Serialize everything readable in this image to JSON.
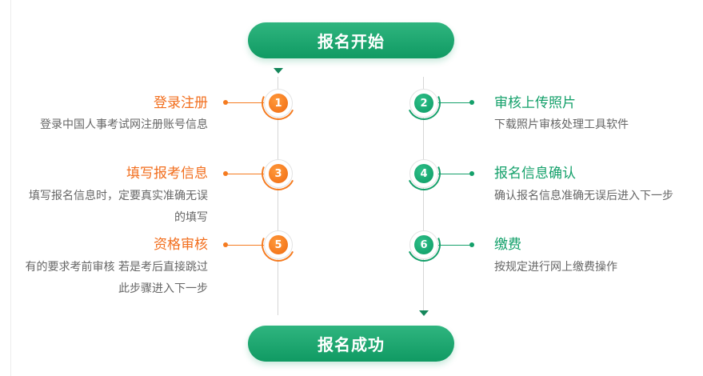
{
  "flow": {
    "start_label": "报名开始",
    "end_label": "报名成功"
  },
  "steps": [
    {
      "number": "1",
      "title": "登录注册",
      "desc": "登录中国人事考试网注册账号信息"
    },
    {
      "number": "2",
      "title": "审核上传照片",
      "desc": "下载照片审核处理工具软件"
    },
    {
      "number": "3",
      "title": "填写报考信息",
      "desc_line1": "填写报名信息时，定要真实准确无误",
      "desc_line2": "的填写"
    },
    {
      "number": "4",
      "title": "报名信息确认",
      "desc": "确认报名信息准确无误后进入下一步"
    },
    {
      "number": "5",
      "title": "资格审核",
      "desc_line1": "有的要求考前审核 若是考后直接跳过",
      "desc_line2": "此步骤进入下一步"
    },
    {
      "number": "6",
      "title": "缴费",
      "desc": "按规定进行网上缴费操作"
    }
  ],
  "colors": {
    "orange": "#f26e1d",
    "green": "#13a06a",
    "desc_gray": "#666666"
  }
}
